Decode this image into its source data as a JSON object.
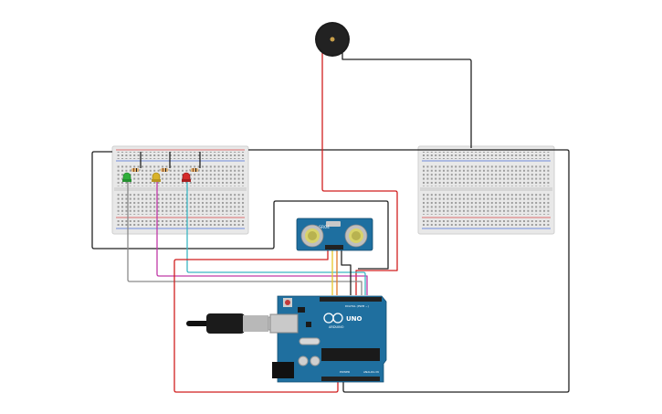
{
  "colors": {
    "background": "#ffffff",
    "breadboard": "#eaeaea",
    "rail_red": "#d94a4a",
    "rail_blue": "#4a6fd9",
    "arduino": "#1f6f9f",
    "sensor": "#1e6fa0",
    "wire_black": "#222222",
    "wire_red": "#d11f1f",
    "wire_gray": "#8a8a8a",
    "wire_magenta": "#c03aa8",
    "wire_cyan": "#3bb6c4",
    "wire_yellow": "#e8c62a",
    "wire_orange": "#e07a2a",
    "wire_blue": "#3a6fd8",
    "led_green": "#2fae3a",
    "led_yellow": "#d8b22a",
    "led_red": "#d42a2a"
  },
  "components": {
    "arduino": {
      "brand": "ARDUINO",
      "model": "UNO",
      "digital_label": "DIGITAL (PWM ~)",
      "power_label": "POWER",
      "analog_label": "ANALOG IN"
    },
    "sensor": {
      "model": "HC-SR04"
    },
    "buzzer": {
      "name": "piezo-buzzer"
    }
  }
}
